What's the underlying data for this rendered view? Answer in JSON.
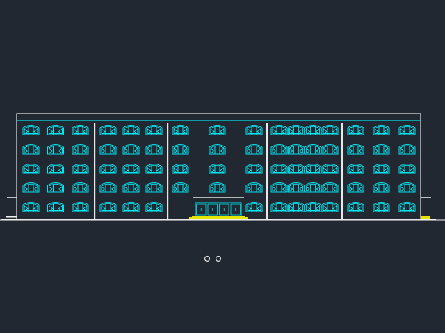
{
  "colors": {
    "background": "#222831",
    "outline": "#e6e6e6",
    "windows": "#00e5f0",
    "ground": "#f2f2f2",
    "steps": "#e5e600"
  },
  "building": {
    "floors": 5,
    "bays": 5,
    "windows_per_bay": [
      3,
      3,
      3,
      4,
      3
    ],
    "floor_rows": [
      "floor-5",
      "floor-4",
      "floor-3",
      "floor-2",
      "floor-1"
    ],
    "entrance": {
      "bay_index": 2,
      "door_leaves": 4,
      "replaced_windows": [
        0,
        1
      ]
    }
  },
  "navigation": {
    "page_dots": 2
  }
}
